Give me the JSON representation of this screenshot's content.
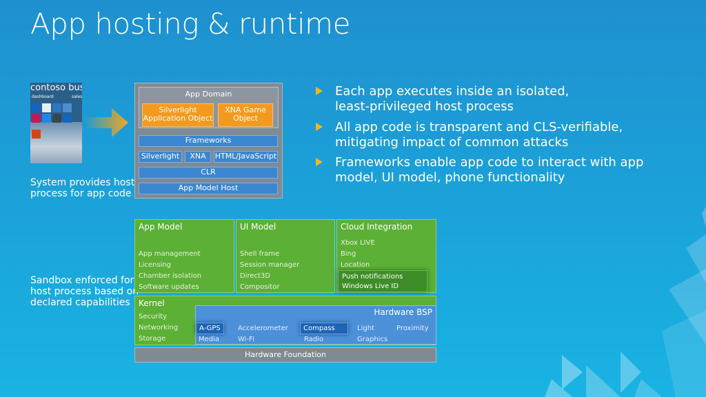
{
  "title": "App hosting & runtime",
  "phone": {
    "header": "contoso bus",
    "sub_left": "dashboard",
    "sub_right": "sales"
  },
  "captions": {
    "host": [
      "System provides host",
      "process for app code"
    ],
    "sandbox": [
      "Sandbox enforced for",
      "host process based on",
      "declared capabilities"
    ]
  },
  "app_stack": {
    "domain_label": "App Domain",
    "silverlight_object": [
      "Silverlight",
      "Application Object"
    ],
    "xna_object": [
      "XNA Game",
      "Object"
    ],
    "frameworks": "Frameworks",
    "fw_items": [
      "Silverlight",
      "XNA",
      "HTML/JavaScript"
    ],
    "clr": "CLR",
    "app_model_host": "App Model Host"
  },
  "bullets": [
    [
      "Each app executes inside an isolated,",
      "least-privileged host process"
    ],
    [
      "All app code is transparent and CLS-verifiable,",
      "mitigating impact of common attacks"
    ],
    [
      "Frameworks enable app code to interact with app",
      "model, UI model, phone functionality"
    ]
  ],
  "arch": {
    "app_model": {
      "title": "App Model",
      "items": [
        "App management",
        "Licensing",
        "Chamber isolation",
        "Software updates"
      ]
    },
    "ui_model": {
      "title": "UI Model",
      "items": [
        "Shell frame",
        "Session manager",
        "Direct3D",
        "Compositor"
      ]
    },
    "cloud": {
      "title": "Cloud Integration",
      "items": [
        "Xbox LIVE",
        "Bing",
        "Location"
      ],
      "highlight": [
        "Push notifications",
        "Windows Live ID"
      ]
    },
    "kernel": {
      "title": "Kernel",
      "items": [
        "Security",
        "Networking",
        "Storage"
      ]
    },
    "hw_bsp": {
      "title": "Hardware BSP",
      "row1": [
        "A-GPS",
        "Accelerometer",
        "Compass",
        "Light",
        "Proximity"
      ],
      "row2": [
        "Media",
        "Wi-Fi",
        "Radio",
        "Graphics"
      ]
    },
    "hw_foundation": "Hardware Foundation"
  },
  "colors": {
    "accent_orange": "#f39a1e",
    "green": "#5cb035",
    "blue": "#3b86d0",
    "gray": "#7f8a93",
    "bullet": "#f5b51e"
  }
}
